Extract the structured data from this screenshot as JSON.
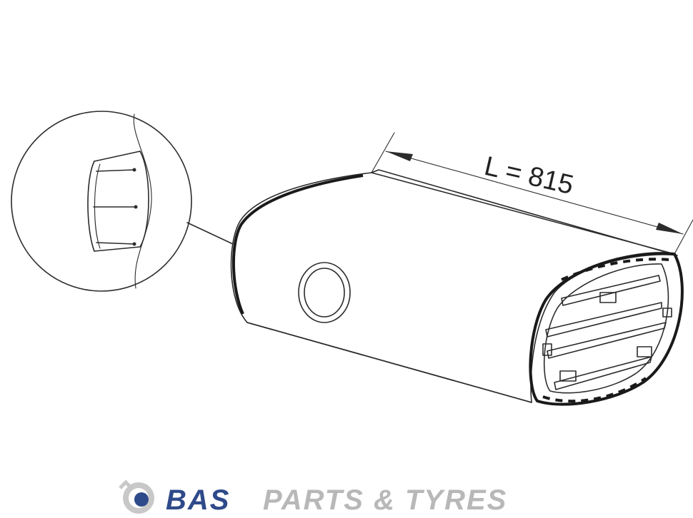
{
  "dimension": {
    "label": "L = 815"
  },
  "logo": {
    "brand": "BAS",
    "tagline": "PARTS & TYRES",
    "brand_color": "#2f4a8a",
    "tagline_color": "#b8b8b8"
  },
  "colors": {
    "stroke": "#2b2b2b",
    "body_fill": "#ffffff"
  }
}
